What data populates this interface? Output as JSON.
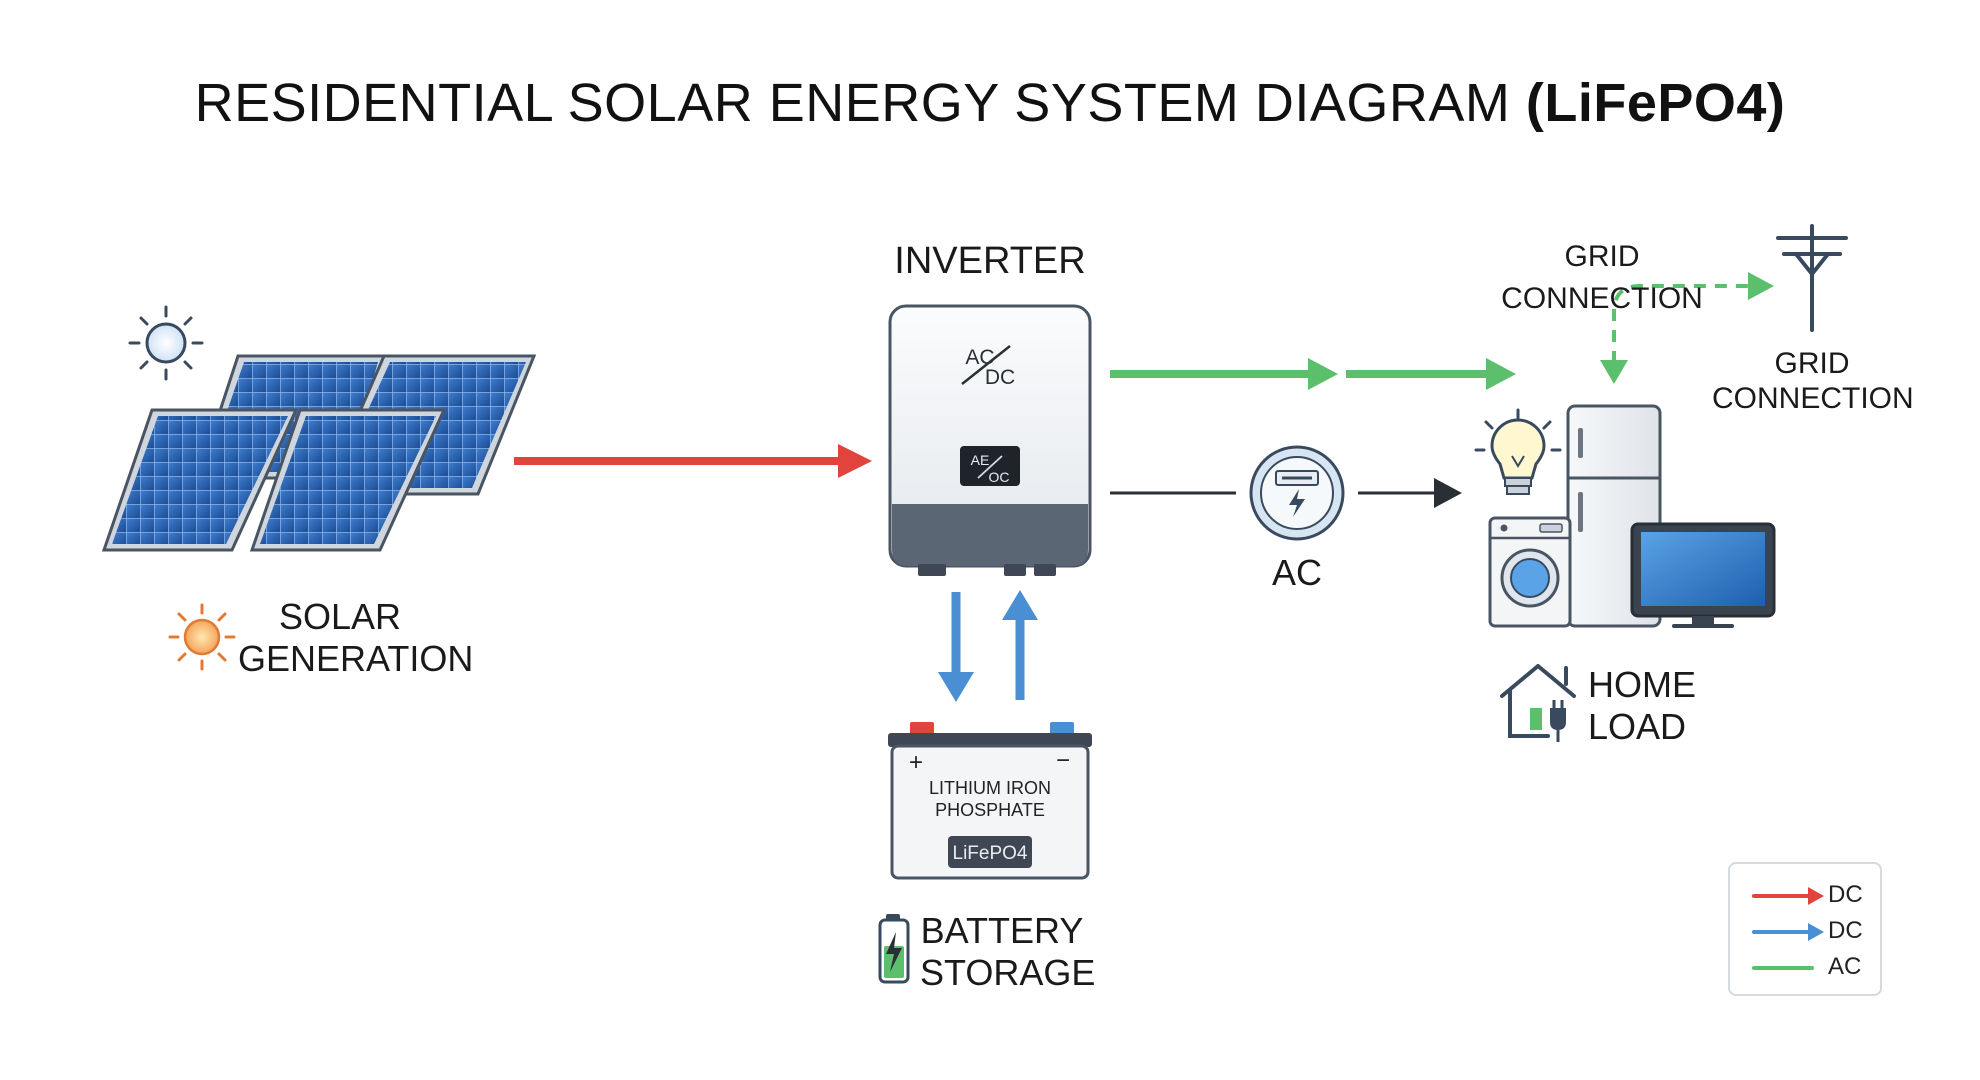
{
  "title": {
    "main": "RESIDENTIAL SOLAR ENERGY SYSTEM DIAGRAM",
    "suffix": "(LiFePO4)"
  },
  "inverter": {
    "heading": "INVERTER",
    "top_mark_ac": "AC",
    "top_mark_dc": "DC",
    "display_top": "AE",
    "display_bottom": "OC"
  },
  "solar": {
    "label_line1": "SOLAR",
    "label_line2": "GENERATION"
  },
  "battery": {
    "plus": "+",
    "minus": "−",
    "line1": "LITHIUM IRON",
    "line2": "PHOSPHATE",
    "badge": "LiFePO4",
    "label_line1": "BATTERY",
    "label_line2": "STORAGE"
  },
  "meter": {
    "label": "AC"
  },
  "grid": {
    "heading": "GRID CONNECTION",
    "label_line1": "GRID",
    "label_line2": "CONNECTION"
  },
  "home": {
    "label_line1": "HOME",
    "label_line2": "LOAD"
  },
  "legend": {
    "items": [
      {
        "label": "DC",
        "color": "#e0443c"
      },
      {
        "label": "DC",
        "color": "#4a8fd4"
      },
      {
        "label": "AC",
        "color": "#5cbf6c"
      }
    ]
  },
  "colors": {
    "dc_solar": "#e0443c",
    "dc_battery": "#4a8fd4",
    "ac": "#5cbf6c",
    "panel": "#2d5fa8"
  }
}
